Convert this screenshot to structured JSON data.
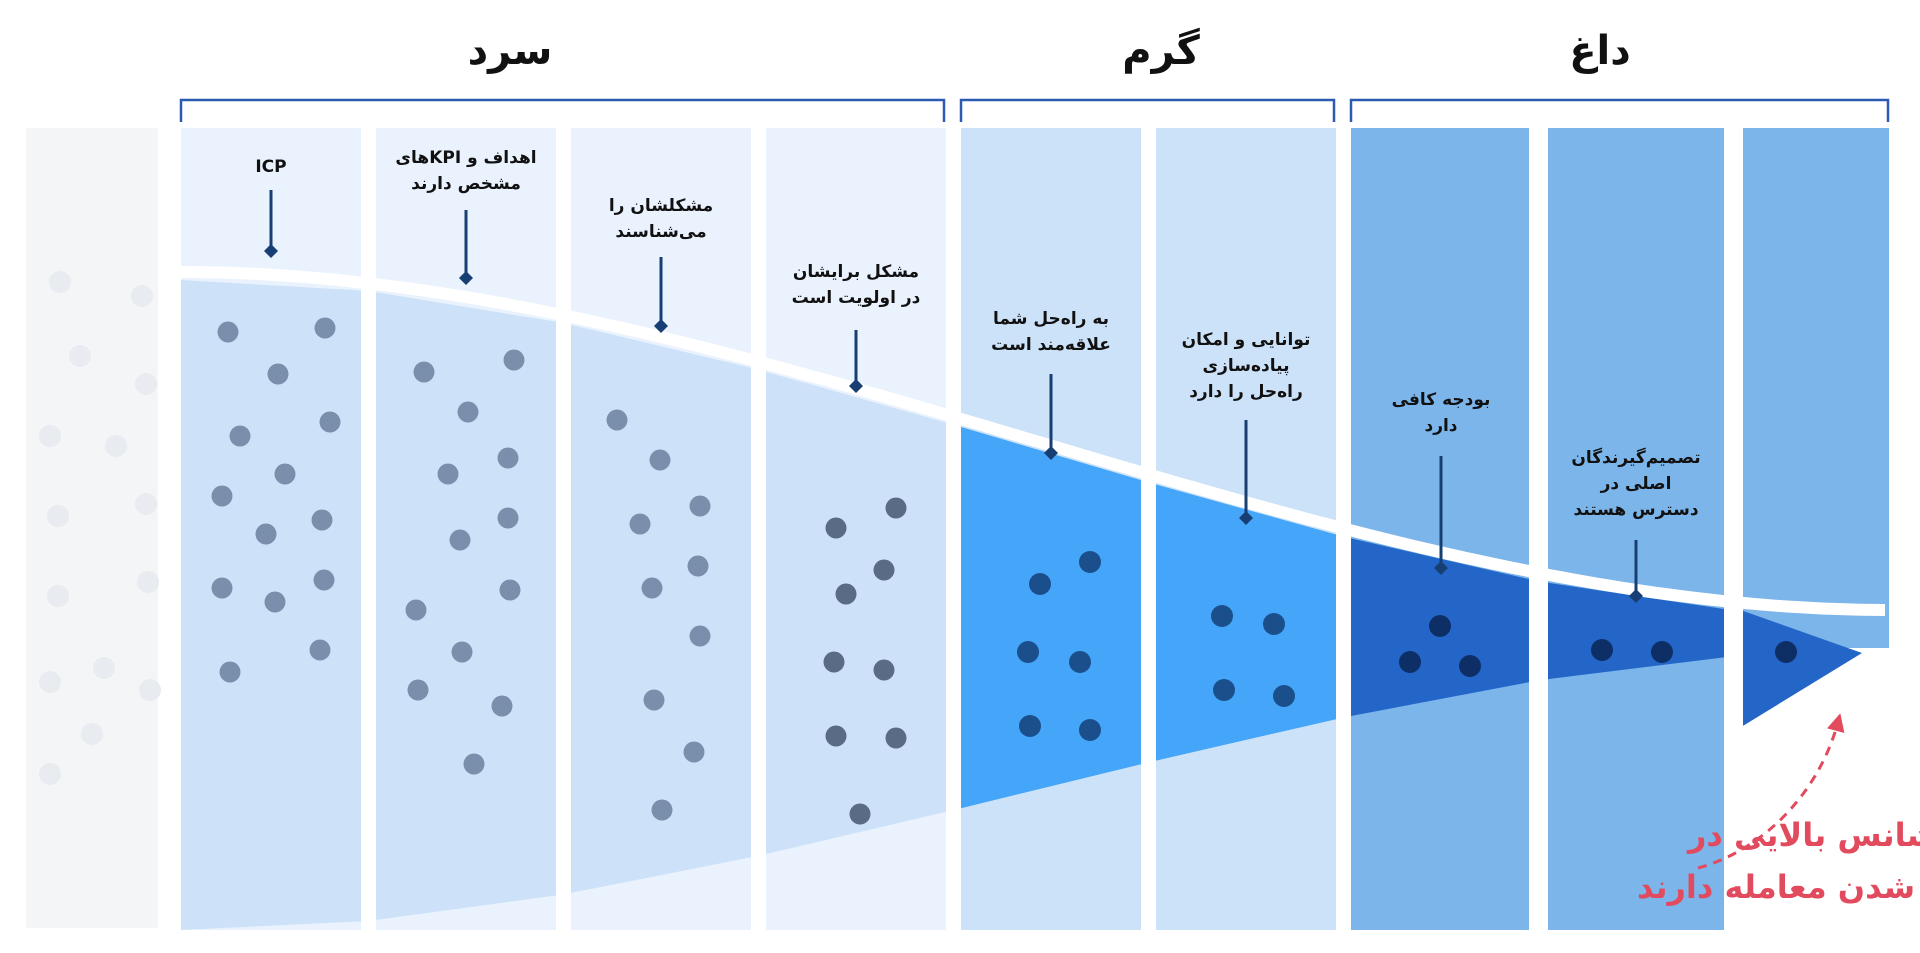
{
  "groups": [
    {
      "title": "سرد"
    },
    {
      "title": "گرم"
    },
    {
      "title": "داغ"
    }
  ],
  "stages": [
    {
      "lines": [
        "ICP"
      ],
      "dots": 14
    },
    {
      "lines": [
        "اهداف و KPIهای",
        "مشخص دارند"
      ],
      "dots": 13
    },
    {
      "lines": [
        "مشکلشان را",
        "می‌شناسند"
      ],
      "dots": 11
    },
    {
      "lines": [
        "مشکل برایشان",
        "در اولویت است"
      ],
      "dots": 9
    },
    {
      "lines": [
        "به راه‌حل شما",
        "علاقه‌مند است"
      ],
      "dots": 6
    },
    {
      "lines": [
        "توانایی و امکان",
        "پیاده‌سازی",
        "راه‌حل را دارد"
      ],
      "dots": 4
    },
    {
      "lines": [
        "بودجه کافی",
        "دارد"
      ],
      "dots": 3
    },
    {
      "lines": [
        "تصمیم‌گیرندگان",
        "اصلی در",
        "دسترس هستند"
      ],
      "dots": 2
    },
    {
      "lines": [],
      "dots": 1
    }
  ],
  "note": {
    "line1": "سرنخ‌هایی که شانس بالایی در",
    "line2": "بسته شدن معامله دارند"
  },
  "colors": {
    "cold_column": "#eaf3fd",
    "cold_fill": "#cde2f9",
    "cold_dot": "#7a8fab",
    "cold_dot_dark": "#5a6b85",
    "warm_column": "#cce2f9",
    "warm_fill": "#45a5f8",
    "warm_dot": "#1a4f8c",
    "hot_column": "#7cb5ea",
    "hot_fill": "#2466c8",
    "hot_dot": "#0d2f66",
    "bracket": "#2a5bb0",
    "pointer": "#173f73",
    "note": "#e24a5e"
  }
}
